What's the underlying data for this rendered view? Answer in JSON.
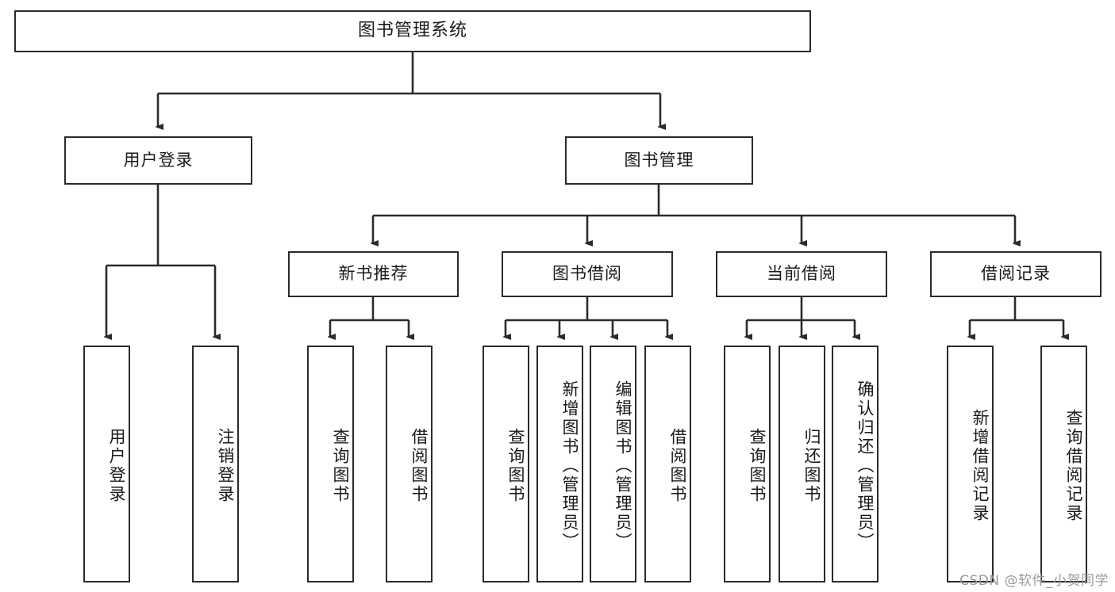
{
  "diagram": {
    "type": "tree-hierarchy-chart",
    "title": "图书管理系统",
    "orientation": "top-down",
    "colors": {
      "box_border": "#2b2b2b",
      "box_fill": "#ffffff",
      "connector": "#2b2b2b",
      "text": "#1a1a1a",
      "watermark": "#9a9a9a",
      "background": "#ffffff"
    },
    "levels": {
      "level1": [
        "图书管理系统"
      ],
      "level2": [
        "用户登录",
        "图书管理"
      ],
      "level3": [
        "新书推荐",
        "图书借阅",
        "当前借阅",
        "借阅记录"
      ],
      "level4": [
        "用户登录",
        "注销登录",
        "查询图书",
        "借阅图书",
        "查询图书",
        "新增图书（管理员）",
        "编辑图书（管理员）",
        "借阅图书",
        "查询图书",
        "归还图书",
        "确认归还（管理员）",
        "新增借阅记录",
        "查询借阅记录"
      ]
    },
    "nodes": {
      "root": {
        "label": "图书管理系统"
      },
      "user_login": {
        "label": "用户登录"
      },
      "book_manage": {
        "label": "图书管理"
      },
      "new_book_rec": {
        "label": "新书推荐"
      },
      "book_borrow": {
        "label": "图书借阅"
      },
      "current_borrow": {
        "label": "当前借阅"
      },
      "borrow_record": {
        "label": "借阅记录"
      },
      "leaf_user_login": {
        "label": "用户登录"
      },
      "leaf_logout": {
        "label": "注销登录"
      },
      "leaf_query_book_a": {
        "label": "查询图书"
      },
      "leaf_borrow_book_a": {
        "label": "借阅图书"
      },
      "leaf_query_book_b": {
        "label": "查询图书"
      },
      "leaf_add_book": {
        "label": "新增图书（管理员）"
      },
      "leaf_edit_book": {
        "label": "编辑图书（管理员）"
      },
      "leaf_borrow_book_b": {
        "label": "借阅图书"
      },
      "leaf_query_book_c": {
        "label": "查询图书"
      },
      "leaf_return_book": {
        "label": "归还图书"
      },
      "leaf_confirm_return": {
        "label": "确认归还（管理员）"
      },
      "leaf_add_record": {
        "label": "新增借阅记录"
      },
      "leaf_query_record": {
        "label": "查询借阅记录"
      }
    },
    "edges": [
      {
        "from": "root",
        "to": "user_login"
      },
      {
        "from": "root",
        "to": "book_manage"
      },
      {
        "from": "user_login",
        "to": "leaf_user_login"
      },
      {
        "from": "user_login",
        "to": "leaf_logout"
      },
      {
        "from": "book_manage",
        "to": "new_book_rec"
      },
      {
        "from": "book_manage",
        "to": "book_borrow"
      },
      {
        "from": "book_manage",
        "to": "current_borrow"
      },
      {
        "from": "book_manage",
        "to": "borrow_record"
      },
      {
        "from": "new_book_rec",
        "to": "leaf_query_book_a"
      },
      {
        "from": "new_book_rec",
        "to": "leaf_borrow_book_a"
      },
      {
        "from": "book_borrow",
        "to": "leaf_query_book_b"
      },
      {
        "from": "book_borrow",
        "to": "leaf_add_book"
      },
      {
        "from": "book_borrow",
        "to": "leaf_edit_book"
      },
      {
        "from": "book_borrow",
        "to": "leaf_borrow_book_b"
      },
      {
        "from": "current_borrow",
        "to": "leaf_query_book_c"
      },
      {
        "from": "current_borrow",
        "to": "leaf_return_book"
      },
      {
        "from": "current_borrow",
        "to": "leaf_confirm_return"
      },
      {
        "from": "borrow_record",
        "to": "leaf_add_record"
      },
      {
        "from": "borrow_record",
        "to": "leaf_query_record"
      }
    ]
  },
  "watermark": {
    "text": "CSDN @软件_小贺同学"
  }
}
